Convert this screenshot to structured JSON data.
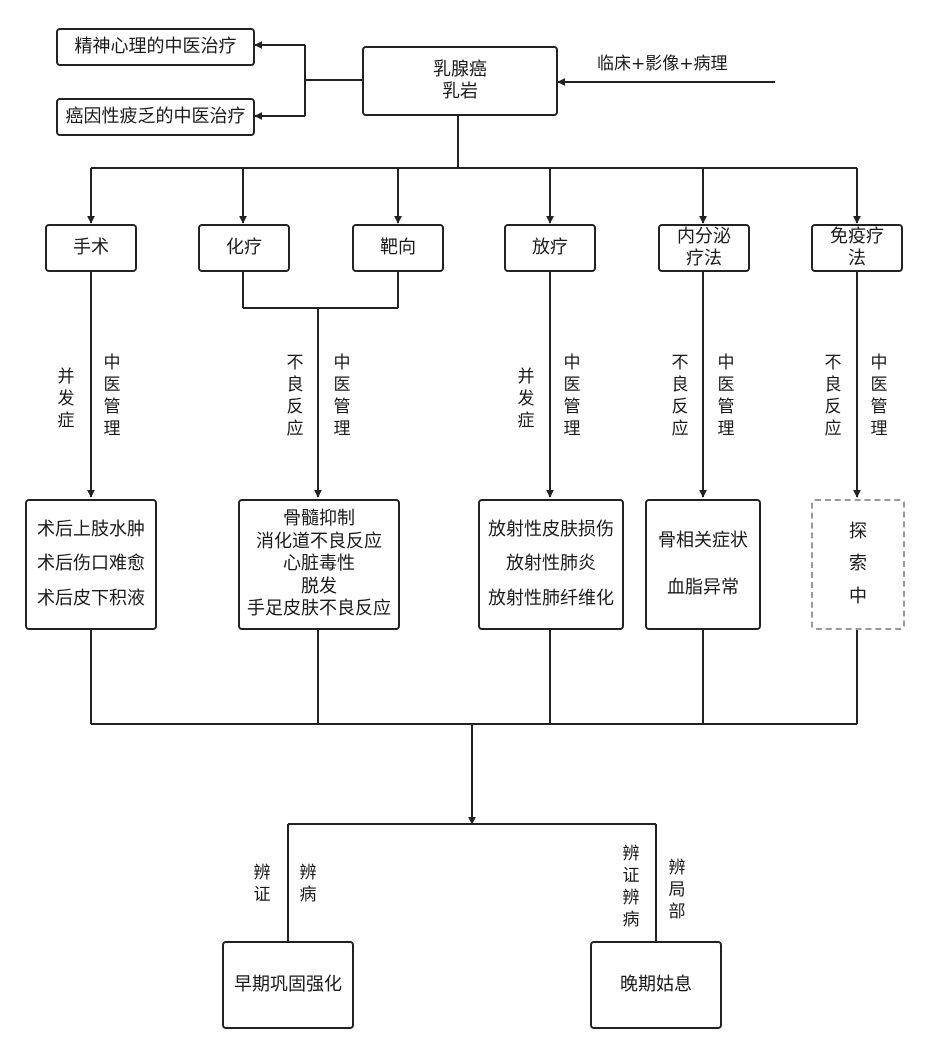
{
  "nodes": {
    "root": [
      "乳腺癌",
      "乳岩"
    ],
    "psych": [
      "精神心理的中医治疗"
    ],
    "fatigue": [
      "癌因性疲乏的中医治疗"
    ],
    "surgery": [
      "手术"
    ],
    "chemo": [
      "化疗"
    ],
    "targeted": [
      "靶向"
    ],
    "radio": [
      "放疗"
    ],
    "endocrine": [
      "内分泌",
      "疗法"
    ],
    "immune": [
      "免疫疗",
      "法"
    ],
    "comp_surgery": [
      "术后上肢水肿",
      "术后伤口难愈",
      "术后皮下积液"
    ],
    "comp_chemo": [
      "骨髓抑制",
      "消化道不良反应",
      "心脏毒性",
      "脱发",
      "手足皮肤不良反应"
    ],
    "comp_radio": [
      "放射性皮肤损伤",
      "放射性肺炎",
      "放射性肺纤维化"
    ],
    "comp_endocrine": [
      "骨相关症状",
      "血脂异常"
    ],
    "comp_immune": [
      "探",
      "索",
      "中"
    ],
    "early": [
      "早期巩固强化"
    ],
    "late": [
      "晚期姑息"
    ]
  },
  "labels": {
    "input": "临床+影像+病理",
    "complication": "并发症",
    "adverse": "不良反应",
    "tcm_manage": "中医管理",
    "syndrome": "辨证",
    "disease": "辨病",
    "syndrome_disease": "辨证辨病",
    "local": "辨局部"
  }
}
